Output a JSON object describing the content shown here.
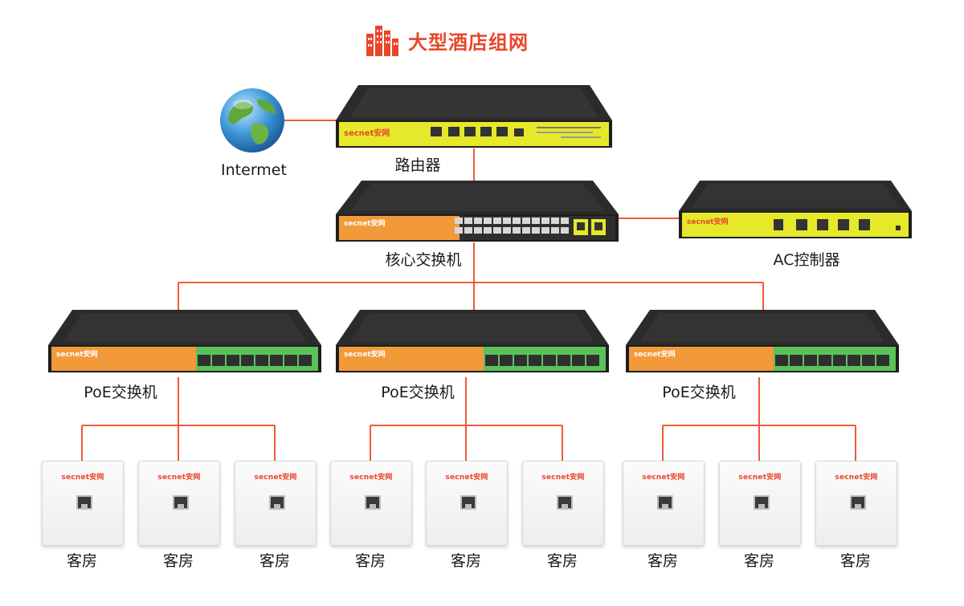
{
  "title": "大型酒店组网",
  "brand": "secnet安网",
  "labels": {
    "internet": "Intermet",
    "router": "路由器",
    "core_switch": "核心交换机",
    "ac_controller": "AC控制器",
    "poe_switch": "PoE交换机",
    "room": "客房"
  },
  "colors": {
    "accent": "#e8462a",
    "link": "#ef5a36",
    "device_body": "#2b2b2b",
    "router_panel": "#e6e82a",
    "switch_panel": "#f29a3a"
  },
  "icons": [
    "building-icon",
    "globe-icon",
    "ethernet-port-icon"
  ]
}
